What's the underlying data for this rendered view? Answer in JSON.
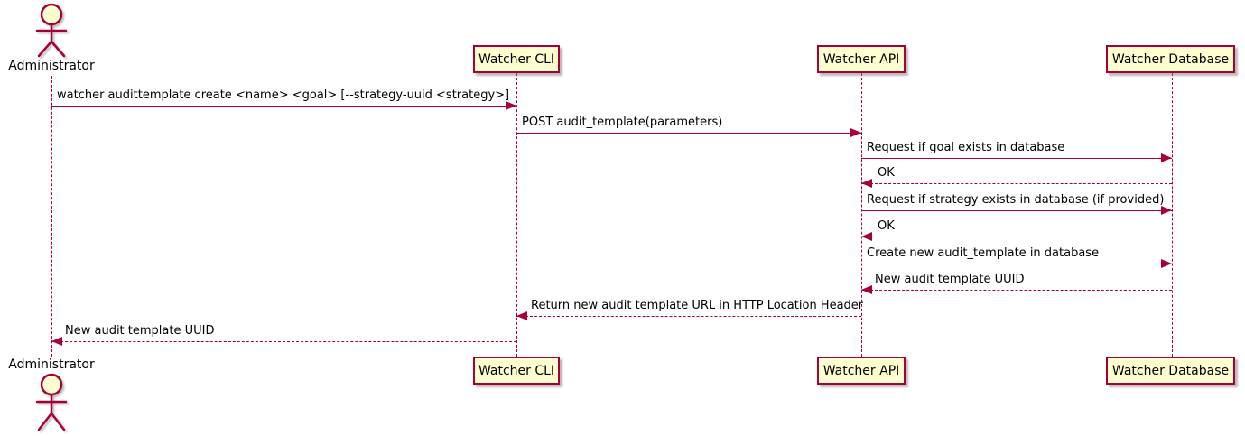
{
  "colors": {
    "line": "#A80036",
    "participant_fill": "#FEFECE",
    "background": "#FFFFFF",
    "text": "#000000"
  },
  "actor": {
    "name": "Administrator"
  },
  "participants": [
    {
      "label": "Watcher CLI"
    },
    {
      "label": "Watcher API"
    },
    {
      "label": "Watcher Database"
    }
  ],
  "messages": [
    {
      "from": "Administrator",
      "to": "Watcher CLI",
      "line": "solid",
      "text": "watcher audittemplate create <name> <goal> [--strategy-uuid <strategy>]"
    },
    {
      "from": "Watcher CLI",
      "to": "Watcher API",
      "line": "solid",
      "text": "POST audit_template(parameters)"
    },
    {
      "from": "Watcher API",
      "to": "Watcher Database",
      "line": "solid",
      "text": "Request if goal exists in database"
    },
    {
      "from": "Watcher Database",
      "to": "Watcher API",
      "line": "dashed",
      "text": "OK"
    },
    {
      "from": "Watcher API",
      "to": "Watcher Database",
      "line": "solid",
      "text": "Request if strategy exists in database (if provided)"
    },
    {
      "from": "Watcher Database",
      "to": "Watcher API",
      "line": "dashed",
      "text": "OK"
    },
    {
      "from": "Watcher API",
      "to": "Watcher Database",
      "line": "solid",
      "text": "Create new audit_template in database"
    },
    {
      "from": "Watcher Database",
      "to": "Watcher API",
      "line": "dashed",
      "text": "New audit template UUID"
    },
    {
      "from": "Watcher API",
      "to": "Watcher CLI",
      "line": "dashed",
      "text": "Return new audit template URL in HTTP Location Header"
    },
    {
      "from": "Watcher CLI",
      "to": "Administrator",
      "line": "dashed",
      "text": "New audit template UUID"
    }
  ]
}
